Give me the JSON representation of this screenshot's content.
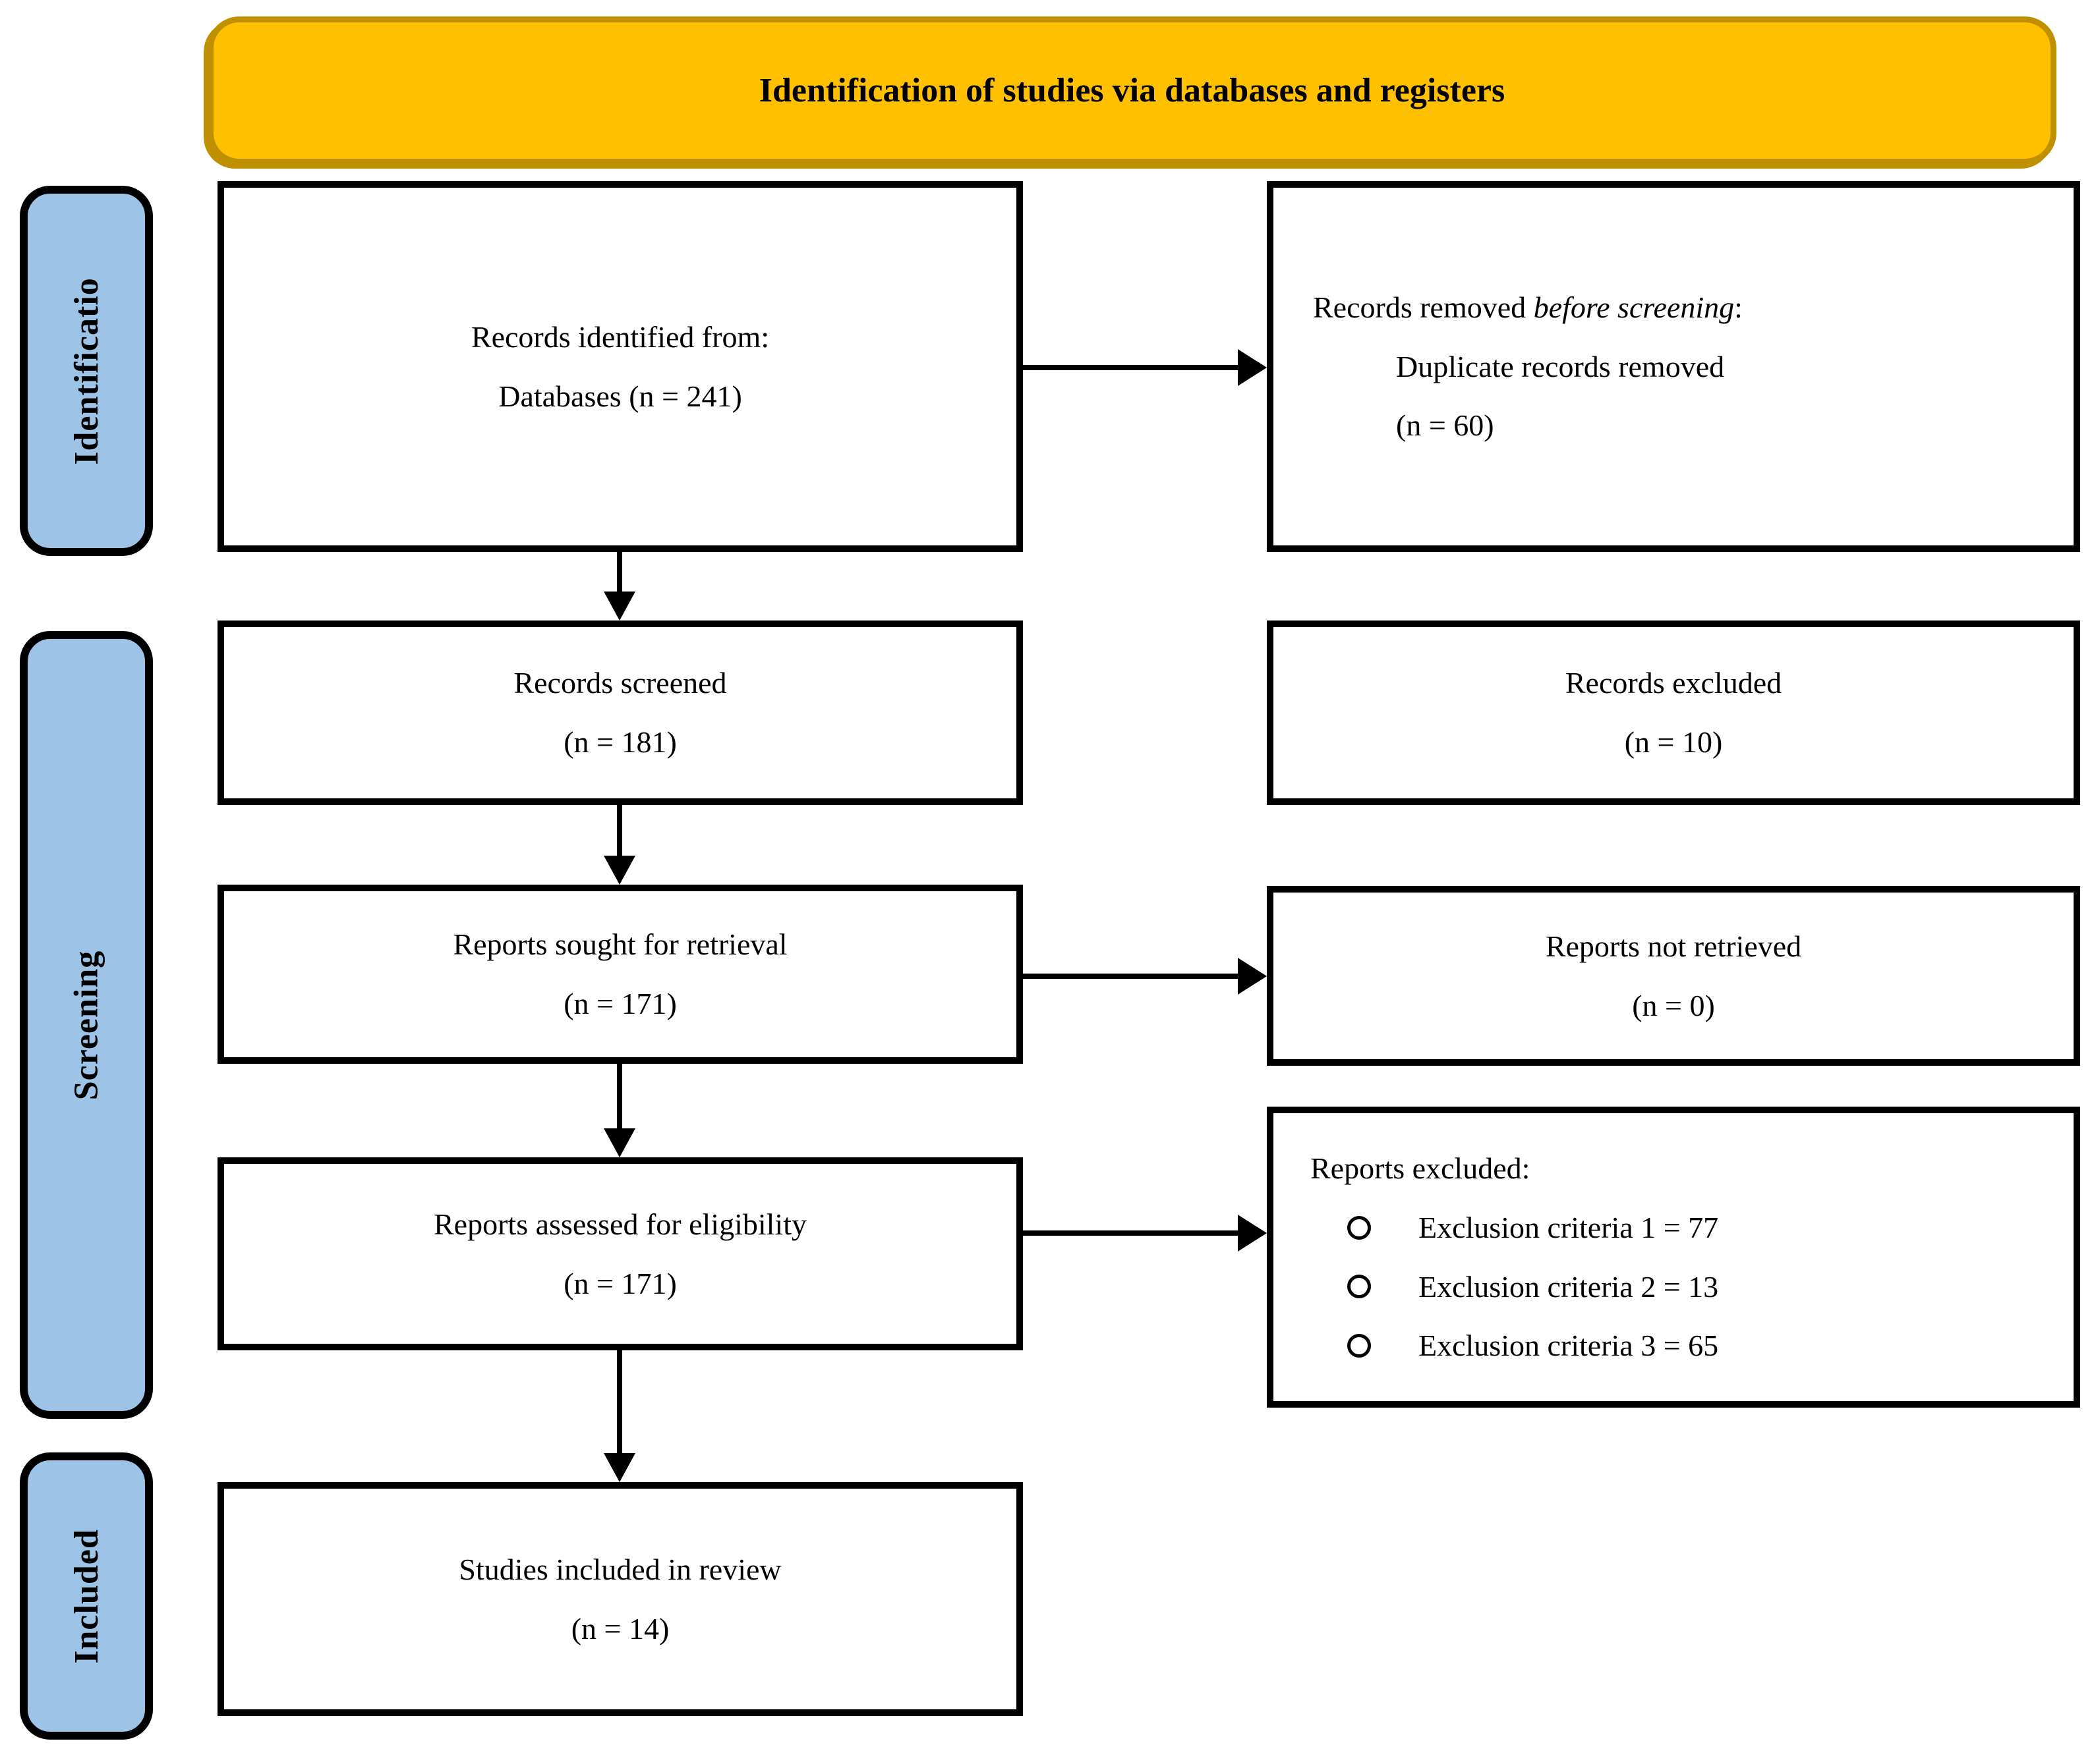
{
  "banner": {
    "title": "Identification of studies via databases and registers"
  },
  "side_labels": [
    {
      "id": "identification",
      "label": "Identificatio"
    },
    {
      "id": "screening",
      "label": "Screening"
    },
    {
      "id": "included",
      "label": "Included"
    }
  ],
  "boxes": {
    "records_identified": {
      "line1": "Records identified from:",
      "line2": "Databases (n = 241)"
    },
    "records_removed": {
      "line1_prefix": "Records removed ",
      "line1_italic": "before screening",
      "line1_suffix": ":",
      "line2": "Duplicate records removed",
      "line3": "(n = 60)"
    },
    "records_screened": {
      "line1": "Records screened",
      "line2": "(n = 181)"
    },
    "records_excluded": {
      "line1": "Records excluded",
      "line2": "(n = 10)"
    },
    "reports_sought": {
      "line1": "Reports sought for retrieval",
      "line2": "(n = 171)"
    },
    "reports_not_retrieved": {
      "line1": "Reports not retrieved",
      "line2": "(n = 0)"
    },
    "reports_assessed": {
      "line1": "Reports assessed for eligibility",
      "line2": "(n = 171)"
    },
    "reports_excluded": {
      "header": "Reports excluded:",
      "items": [
        "Exclusion criteria 1 = 77",
        "Exclusion criteria 2 = 13",
        "Exclusion criteria 3 = 65"
      ]
    },
    "studies_included": {
      "line1": "Studies included in review",
      "line2": "(n = 14)"
    }
  },
  "colors": {
    "banner_fill": "#FFC000",
    "banner_border": "#BF9000",
    "side_label_fill": "#9DC3E6",
    "box_border": "#000000",
    "text": "#000000"
  }
}
